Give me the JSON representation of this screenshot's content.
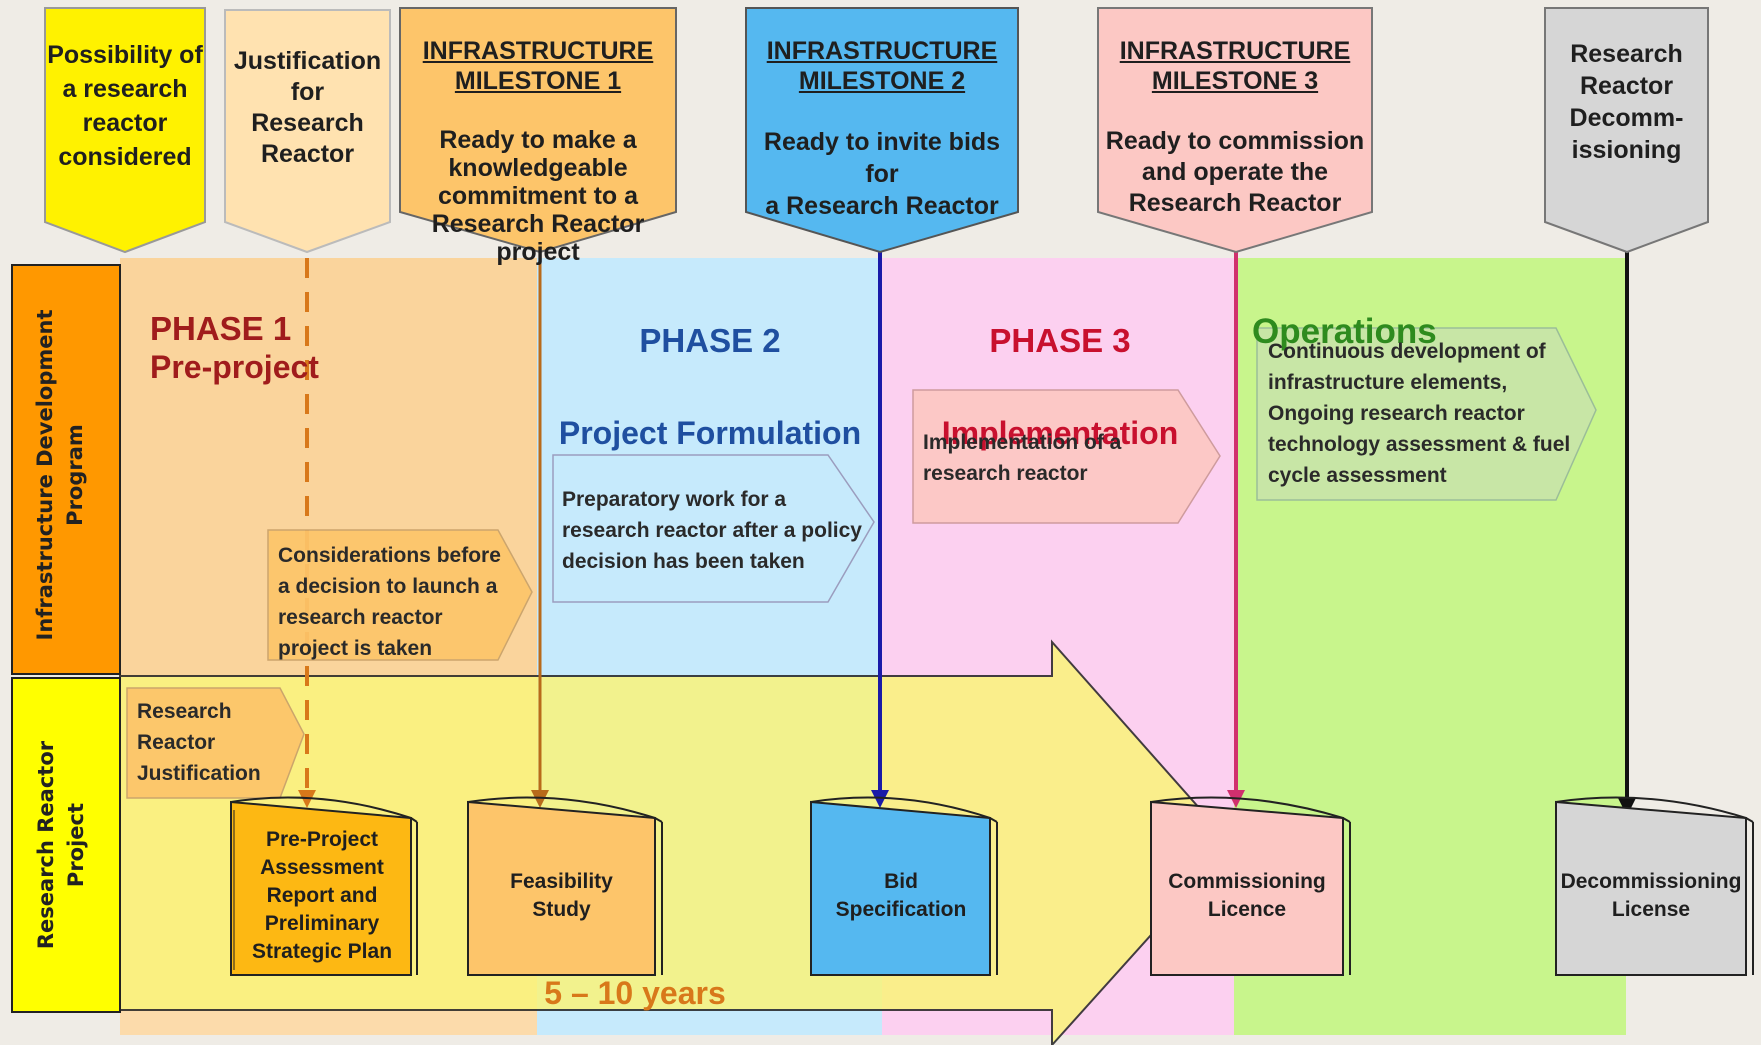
{
  "milestones": [
    {
      "title": "",
      "body": "Possibility of\na research\nreactor\nconsidered",
      "color": "#fff200"
    },
    {
      "title": "",
      "body": "Justification\nfor\nResearch\nReactor",
      "color": "#ffe2b0"
    },
    {
      "title": "INFRASTRUCTURE\nMILESTONE 1",
      "body": "Ready to make a\nknowledgeable\ncommitment to a\nResearch Reactor\nproject",
      "color": "#fdc56a"
    },
    {
      "title": "INFRASTRUCTURE\nMILESTONE 2",
      "body": "Ready to invite bids for\na Research Reactor",
      "color": "#55b8f0"
    },
    {
      "title": "INFRASTRUCTURE\nMILESTONE 3",
      "body": "Ready to commission\nand operate the\nResearch Reactor",
      "color": "#fcc8c4"
    },
    {
      "title": "",
      "body": "Research\nReactor\nDecomm-\nissioning",
      "color": "#d6d6d6"
    }
  ],
  "rows": {
    "infrastructure": "Infrastructure Development\nProgram",
    "project": "Research Reactor\nProject"
  },
  "phases": {
    "phase1": {
      "label": "PHASE 1",
      "sub": "Pre-project",
      "color": "#a01c1c"
    },
    "phase2": {
      "label": "PHASE 2",
      "sub": "Project Formulation",
      "color": "#1f4fa0"
    },
    "phase3": {
      "label": "PHASE 3",
      "sub": "Implementation",
      "color": "#c8102e"
    },
    "operations": {
      "label": "Operations",
      "color": "#2e8b1e"
    }
  },
  "notes": {
    "considerations": "Considerations before\na decision to launch a\nresearch reactor\nproject is taken",
    "preparatory": "Preparatory work for a\nresearch reactor after a policy\ndecision has been taken",
    "implementation": "Implementation of a\nresearch reactor",
    "continuous": "Continuous development of\ninfrastructure elements,\nOngoing research reactor\ntechnology assessment &  fuel\ncycle assessment",
    "justification": "Research\nReactor\nJustification"
  },
  "documents": [
    {
      "label": "Pre-Project\nAssessment\nReport and\nPreliminary\nStrategic Plan",
      "color": "#fdb813"
    },
    {
      "label": "Feasibility\nStudy",
      "color": "#fdc56a"
    },
    {
      "label": "Bid\nSpecification",
      "color": "#55b8f0"
    },
    {
      "label": "Commissioning\nLicence",
      "color": "#fcc8c4"
    },
    {
      "label": "Decommissioning\nLicense",
      "color": "#d6d6d6"
    }
  ],
  "duration": "5 – 10 years"
}
